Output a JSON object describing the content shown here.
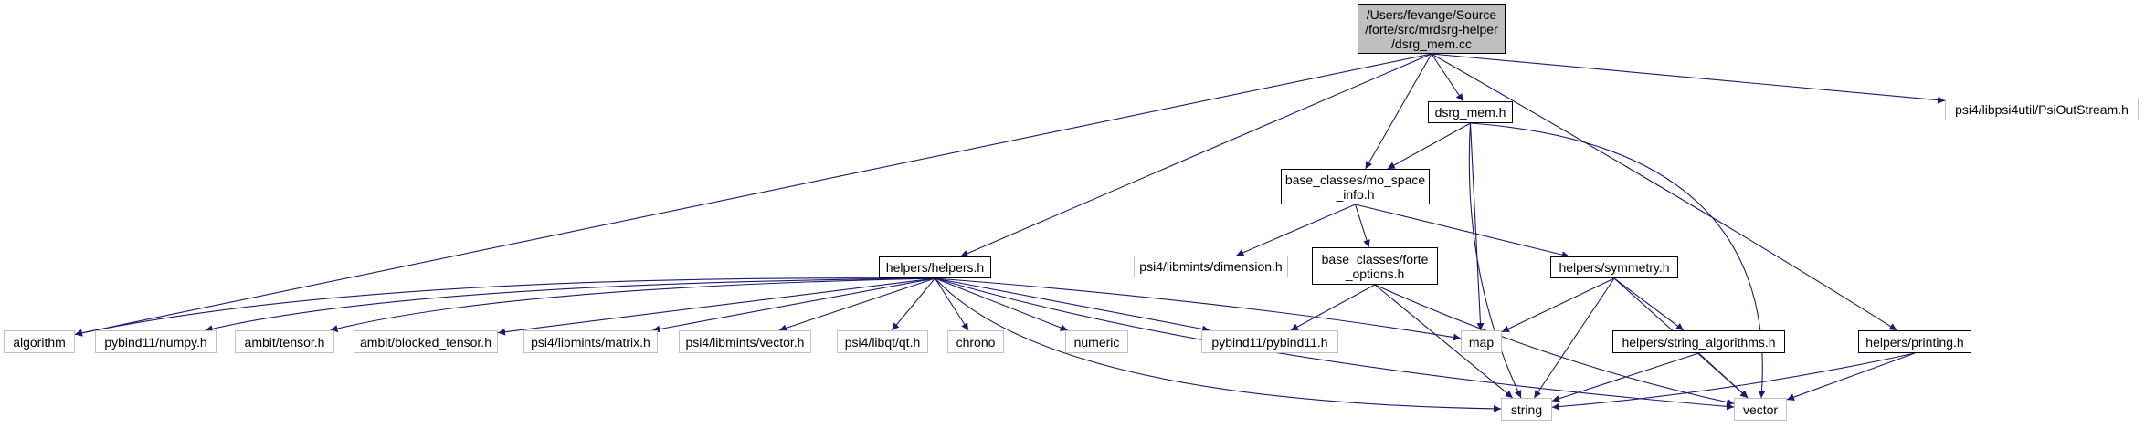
{
  "graph": {
    "colors": {
      "edge": "#191970",
      "root_fill": "#bfbfbf",
      "node_border": "#000000",
      "external_border": "#bfbfbf"
    },
    "nodes": [
      {
        "id": "root",
        "lines": [
          "/Users/fevange/Source",
          "/forte/src/mrdsrg-helper",
          "/dsrg_mem.cc"
        ]
      },
      {
        "id": "dsrg_mem_h",
        "lines": [
          "dsrg_mem.h"
        ]
      },
      {
        "id": "psioutstream",
        "lines": [
          "psi4/libpsi4util/PsiOutStream.h"
        ]
      },
      {
        "id": "mo_space",
        "lines": [
          "base_classes/mo_space",
          "_info.h"
        ]
      },
      {
        "id": "dimension",
        "lines": [
          "psi4/libmints/dimension.h"
        ]
      },
      {
        "id": "helpers",
        "lines": [
          "helpers/helpers.h"
        ]
      },
      {
        "id": "forte_options",
        "lines": [
          "base_classes/forte",
          "_options.h"
        ]
      },
      {
        "id": "symmetry",
        "lines": [
          "helpers/symmetry.h"
        ]
      },
      {
        "id": "algorithm",
        "lines": [
          "algorithm"
        ]
      },
      {
        "id": "numpy",
        "lines": [
          "pybind11/numpy.h"
        ]
      },
      {
        "id": "tensor",
        "lines": [
          "ambit/tensor.h"
        ]
      },
      {
        "id": "blocked_tensor",
        "lines": [
          "ambit/blocked_tensor.h"
        ]
      },
      {
        "id": "matrix",
        "lines": [
          "psi4/libmints/matrix.h"
        ]
      },
      {
        "id": "vector_h",
        "lines": [
          "psi4/libmints/vector.h"
        ]
      },
      {
        "id": "qt",
        "lines": [
          "psi4/libqt/qt.h"
        ]
      },
      {
        "id": "chrono",
        "lines": [
          "chrono"
        ]
      },
      {
        "id": "numeric",
        "lines": [
          "numeric"
        ]
      },
      {
        "id": "pybind11",
        "lines": [
          "pybind11/pybind11.h"
        ]
      },
      {
        "id": "map",
        "lines": [
          "map"
        ]
      },
      {
        "id": "string_algorithms",
        "lines": [
          "helpers/string_algorithms.h"
        ]
      },
      {
        "id": "printing",
        "lines": [
          "helpers/printing.h"
        ]
      },
      {
        "id": "string",
        "lines": [
          "string"
        ]
      },
      {
        "id": "vector",
        "lines": [
          "vector"
        ]
      }
    ],
    "edges": [
      [
        "root",
        "dsrg_mem_h"
      ],
      [
        "root",
        "mo_space"
      ],
      [
        "root",
        "helpers"
      ],
      [
        "root",
        "algorithm"
      ],
      [
        "root",
        "psioutstream"
      ],
      [
        "root",
        "printing"
      ],
      [
        "dsrg_mem_h",
        "mo_space"
      ],
      [
        "dsrg_mem_h",
        "map"
      ],
      [
        "dsrg_mem_h",
        "string"
      ],
      [
        "dsrg_mem_h",
        "vector"
      ],
      [
        "mo_space",
        "dimension"
      ],
      [
        "mo_space",
        "forte_options"
      ],
      [
        "mo_space",
        "symmetry"
      ],
      [
        "helpers",
        "algorithm"
      ],
      [
        "helpers",
        "numpy"
      ],
      [
        "helpers",
        "tensor"
      ],
      [
        "helpers",
        "blocked_tensor"
      ],
      [
        "helpers",
        "matrix"
      ],
      [
        "helpers",
        "vector_h"
      ],
      [
        "helpers",
        "qt"
      ],
      [
        "helpers",
        "chrono"
      ],
      [
        "helpers",
        "numeric"
      ],
      [
        "helpers",
        "pybind11"
      ],
      [
        "helpers",
        "map"
      ],
      [
        "helpers",
        "string"
      ],
      [
        "helpers",
        "vector"
      ],
      [
        "forte_options",
        "pybind11"
      ],
      [
        "forte_options",
        "string"
      ],
      [
        "forte_options",
        "vector"
      ],
      [
        "symmetry",
        "map"
      ],
      [
        "symmetry",
        "string"
      ],
      [
        "symmetry",
        "string_algorithms"
      ],
      [
        "symmetry",
        "vector"
      ],
      [
        "string_algorithms",
        "string"
      ],
      [
        "string_algorithms",
        "vector"
      ],
      [
        "printing",
        "string"
      ],
      [
        "printing",
        "vector"
      ]
    ]
  }
}
